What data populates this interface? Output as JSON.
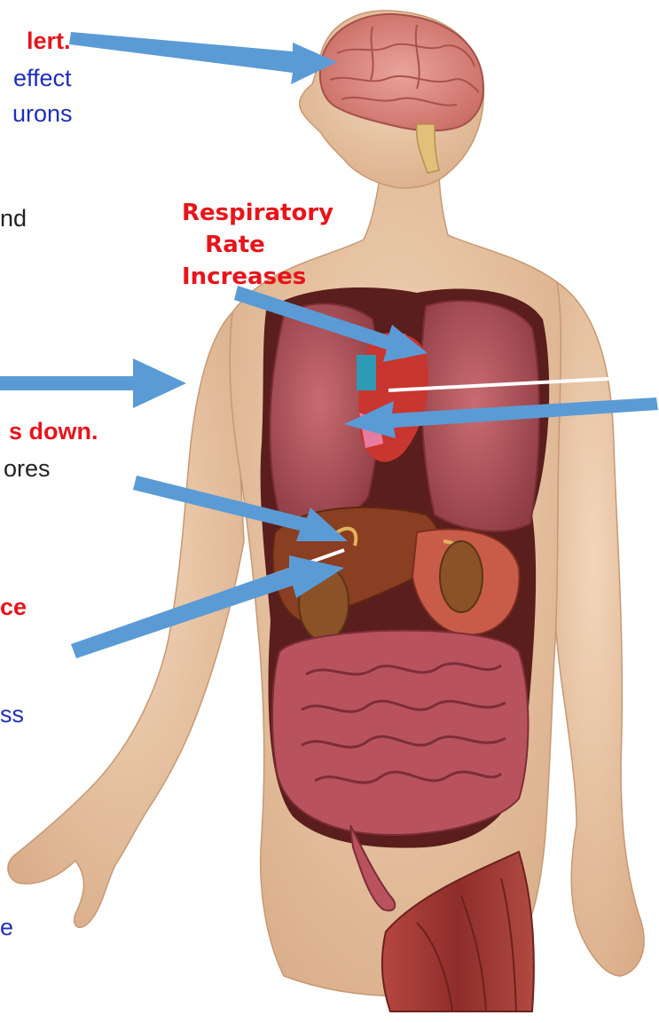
{
  "colors": {
    "label_red": "#e8141b",
    "text_blue": "#1f2fb8",
    "text_black": "#222222",
    "arrow": "#5b9bd5",
    "skin": "#e9c6a5",
    "skin_shadow": "#c99b77",
    "brain": "#d9837a",
    "organ_cavity": "#5a1e1c",
    "lungs": "#b9575d",
    "liver": "#8a3e22",
    "intestine": "#b8535e",
    "muscle": "#a33a35"
  },
  "callout": {
    "line1": "Respiratory",
    "line2": "Rate",
    "line3": "Increases"
  },
  "fragments": {
    "alert": "lert.",
    "effect": "effect",
    "urons": "urons",
    "nd": "nd",
    "s_down": "s down.",
    "ores": "ores",
    "ce": "ce",
    "ss": "ss",
    "e": "e"
  },
  "icons": {
    "figure": "human-body-anatomy-icon",
    "brain": "brain-icon",
    "lungs": "lungs-icon",
    "liver": "liver-icon",
    "intestines": "intestines-icon"
  }
}
